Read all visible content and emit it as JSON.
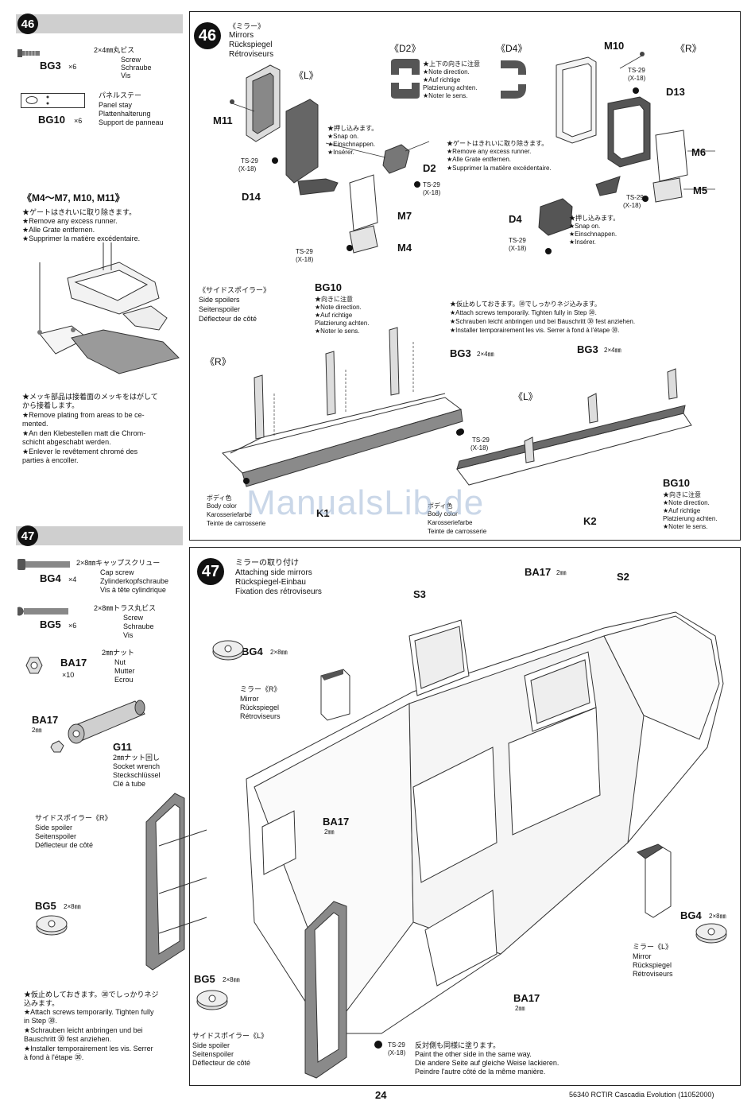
{
  "page_number": "24",
  "footer": "56340 RCTIR Cascadia Evolution (11052000)",
  "watermark": "ManualsLib.de",
  "step46": {
    "number": "46",
    "sidebar": {
      "parts": [
        {
          "code": "BG3",
          "qty": "×6",
          "size": "2×4㎜丸ビス",
          "names": [
            "Screw",
            "Schraube",
            "Vis"
          ]
        },
        {
          "code": "BG10",
          "qty": "×6",
          "size": "パネルステー",
          "names": [
            "Panel stay",
            "Plattenhalterung",
            "Support de panneau"
          ]
        }
      ],
      "note1_title": "《M4〜M7, M10, M11》",
      "note1": [
        "★ゲートはきれいに取り除きます。",
        "★Remove any excess runner.",
        "★Alle Grate entfernen.",
        "★Supprimer la matière excédentaire."
      ],
      "note2": [
        "★メッキ部品は接着面のメッキをはがして",
        "から接着します。",
        "★Remove plating from areas to be ce-",
        "mented.",
        "★An den Klebestellen matt die Chrom-",
        "schicht abgeschabt werden.",
        "★Enlever le revêtement chromé des",
        "parties à encoller."
      ]
    },
    "main": {
      "title": [
        "《ミラー》",
        "Mirrors",
        "Rückspiegel",
        "Rétroviseurs"
      ],
      "left_side": "《L》",
      "right_side": "《R》",
      "d2_tag": "《D2》",
      "d4_tag": "《D4》",
      "direction_note": [
        "★上下の向きに注意",
        "★Note direction.",
        "★Auf richtige",
        "Platzierung achten.",
        "★Noter le sens."
      ],
      "snap_note": [
        "★押し込みます。",
        "★Snap on.",
        "★Einschnappen.",
        "★Insérer."
      ],
      "gate_note": [
        "★ゲートはきれいに取り除きます。",
        "★Remove any excess runner.",
        "★Alle Grate entfernen.",
        "★Supprimer la matière excédentaire."
      ],
      "snap_note2": [
        "★押し込みます。",
        "★Snap on.",
        "★Einschnappen.",
        "★Insérer."
      ],
      "parts": {
        "M11": "M11",
        "D14": "D14",
        "D2": "D2",
        "M7": "M7",
        "M4": "M4",
        "M10": "M10",
        "D13": "D13",
        "M6": "M6",
        "M5": "M5",
        "D4": "D4"
      },
      "ts29": "TS-29",
      "x18": "(X-18)",
      "spoiler_title": [
        "《サイドスポイラー》",
        "Side spoilers",
        "Seitenspoiler",
        "Déflecteur de côté"
      ],
      "bg10_label": "BG10",
      "bg10_note": [
        "★向きに注意",
        "★Note direction.",
        "★Auf richtige",
        "Platzierung achten.",
        "★Noter le sens."
      ],
      "bg3_label": "BG3",
      "bg3_size": "2×4㎜",
      "temp_note": [
        "★仮止めしておきます。㉚でしっかりネジ込みます。",
        "★Attach screws temporarily. Tighten fully in Step ㉚.",
        "★Schrauben leicht anbringen und bei Bauschritt ㉚ fest anziehen.",
        "★Installer temporairement les vis. Serrer à fond à l'étape ㉚."
      ],
      "body_color": [
        "ボディ色",
        "Body color",
        "Karosseriefarbe",
        "Teinte de carrosserie"
      ],
      "K1": "K1",
      "K2": "K2",
      "R": "《R》",
      "L": "《L》"
    }
  },
  "step47": {
    "number": "47",
    "sidebar": {
      "parts": [
        {
          "code": "BG4",
          "qty": "×4",
          "size": "2×8㎜キャップスクリュー",
          "names": [
            "Cap screw",
            "Zylinderkopfschraube",
            "Vis à tête cylindrique"
          ]
        },
        {
          "code": "BG5",
          "qty": "×6",
          "size": "2×8㎜トラス丸ビス",
          "names": [
            "Screw",
            "Schraube",
            "Vis"
          ]
        },
        {
          "code": "BA17",
          "qty": "×10",
          "size": "2㎜ナット",
          "names": [
            "Nut",
            "Mutter",
            "Ecrou"
          ]
        }
      ],
      "ba17_label": "BA17",
      "ba17_size": "2㎜",
      "g11_label": "G11",
      "g11_text": [
        "2㎜ナット回し",
        "Socket wrench",
        "Steckschlüssel",
        "Clé à tube"
      ]
    },
    "main": {
      "title": [
        "ミラーの取り付け",
        "Attaching side mirrors",
        "Rückspiegel-Einbau",
        "Fixation des rétroviseurs"
      ],
      "S3": "S3",
      "S2": "S2",
      "BA17": "BA17",
      "BA17_size": "2㎜",
      "BG4": "BG4",
      "BG4_size": "2×8㎜",
      "BG5": "BG5",
      "BG5_size": "2×8㎜",
      "mirror_r": [
        "ミラー《R》",
        "Mirror",
        "Rückspiegel",
        "Rétroviseurs"
      ],
      "mirror_l": [
        "ミラー《L》",
        "Mirror",
        "Rückspiegel",
        "Rétroviseurs"
      ],
      "spoiler_r": [
        "サイドスポイラー《R》",
        "Side spoiler",
        "Seitenspoiler",
        "Déflecteur de côté"
      ],
      "spoiler_l": [
        "サイドスポイラー《L》",
        "Side spoiler",
        "Seitenspoiler",
        "Déflecteur de côté"
      ],
      "temp_note": [
        "★仮止めしておきます。㉚でしっかりネジ",
        "込みます。",
        "★Attach screws temporarily. Tighten fully",
        "in Step ㉚.",
        "★Schrauben leicht anbringen und bei",
        "Bauschritt ㉚ fest anziehen.",
        "★Installer temporairement les vis. Serrer",
        "à fond à l'étape ㉚."
      ],
      "paint_note": [
        "反対側も同様に塗ります。",
        "Paint the other side in the same way.",
        "Die andere Seite auf gleiche Weise lackieren.",
        "Peindre l'autre côté de la même manière."
      ],
      "ts29": "TS-29",
      "x18": "(X-18)"
    }
  }
}
